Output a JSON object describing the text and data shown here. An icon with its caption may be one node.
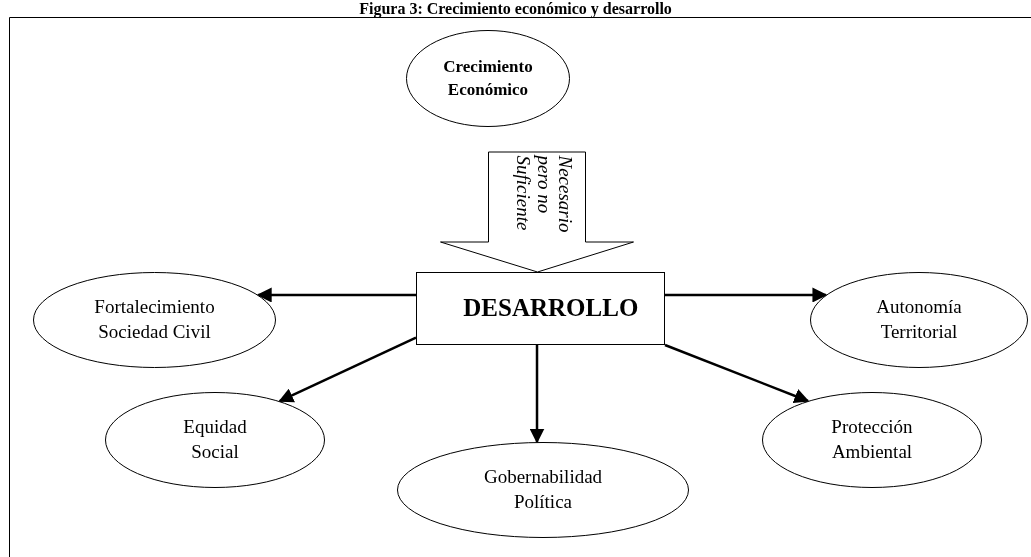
{
  "diagram": {
    "title": "Figura 3: Crecimiento económico y desarrollo",
    "nodes": [
      {
        "text": [
          "Crecimiento Económico"
        ]
      },
      {
        "text": [
          "DESARROLLO"
        ]
      },
      {
        "text": [
          "Fortalecimiento Sociedad Civil"
        ]
      },
      {
        "text": [
          "Autonomía Territorial"
        ]
      },
      {
        "text": [
          "Equidad Social"
        ]
      },
      {
        "text": [
          "Gobernabilidad Política"
        ]
      },
      {
        "text": [
          "Protección Ambiental"
        ]
      }
    ],
    "edges": [
      {
        "from": 0,
        "to": 1,
        "arrow": "to",
        "label": "Necesario pero no Suficiente",
        "style": "thick"
      },
      {
        "from": 1,
        "to": 2,
        "arrow": "to"
      },
      {
        "from": 1,
        "to": 3,
        "arrow": "to"
      },
      {
        "from": 1,
        "to": 4,
        "arrow": "to"
      },
      {
        "from": 1,
        "to": 5,
        "arrow": "to"
      },
      {
        "from": 1,
        "to": 6,
        "arrow": "to"
      }
    ]
  }
}
